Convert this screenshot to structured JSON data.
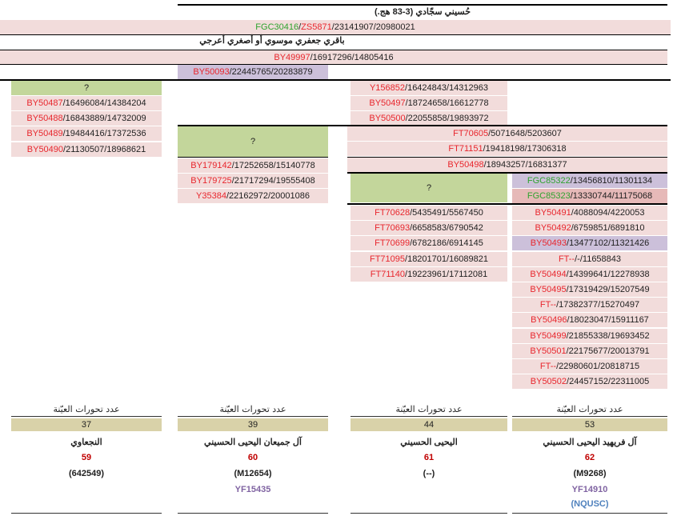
{
  "header": {
    "title": "حُسيني سجّادي (3-83 هج.)",
    "root_snps": [
      {
        "t": "FGC30416",
        "c": "g"
      },
      {
        "t": "/",
        "c": "k"
      },
      {
        "t": "ZS5871",
        "c": "r"
      },
      {
        "t": "/23141907/20980021",
        "c": "k"
      }
    ],
    "lineage_text": "باقري جعفري موسوي    أو   أصغري أعرجي"
  },
  "rows": {
    "r_by49997": [
      {
        "t": "BY49997",
        "c": "r"
      },
      {
        "t": "/16917296/14805416",
        "c": "k"
      }
    ],
    "r_by50093": [
      {
        "t": "BY50093",
        "c": "r"
      },
      {
        "t": "/22445765/20283879",
        "c": "k"
      }
    ],
    "q1": "?",
    "col1": [
      [
        {
          "t": "BY50487",
          "c": "r"
        },
        {
          "t": "/16496084/14384204",
          "c": "k"
        }
      ],
      [
        {
          "t": "BY50488",
          "c": "r"
        },
        {
          "t": "/16843889/14732009",
          "c": "k"
        }
      ],
      [
        {
          "t": "BY50489",
          "c": "r"
        },
        {
          "t": "/19484416/17372536",
          "c": "k"
        }
      ],
      [
        {
          "t": "BY50490",
          "c": "r"
        },
        {
          "t": "/21130507/18968621",
          "c": "k"
        }
      ]
    ],
    "col3_top": [
      [
        {
          "t": "Y156852",
          "c": "r"
        },
        {
          "t": "/16424843/14312963",
          "c": "k"
        }
      ],
      [
        {
          "t": "BY50497",
          "c": "r"
        },
        {
          "t": "/18724658/16612778",
          "c": "k"
        }
      ],
      [
        {
          "t": "BY50500",
          "c": "r"
        },
        {
          "t": "/22055858/19893972",
          "c": "k"
        }
      ]
    ],
    "q2": "?",
    "col2": [
      [
        {
          "t": "BY179142",
          "c": "r"
        },
        {
          "t": "/17252658/15140778",
          "c": "k"
        }
      ],
      [
        {
          "t": "BY179725",
          "c": "r"
        },
        {
          "t": "/21717294/19555408",
          "c": "k"
        }
      ],
      [
        {
          "t": "Y35384",
          "c": "r"
        },
        {
          "t": "/22162972/20001086",
          "c": "k"
        }
      ]
    ],
    "r_ft70605": [
      {
        "t": "FT70605",
        "c": "r"
      },
      {
        "t": "/5071648/5203607",
        "c": "k"
      }
    ],
    "r_ft71151": [
      {
        "t": "FT71151",
        "c": "r"
      },
      {
        "t": "/19418198/17306318",
        "c": "k"
      }
    ],
    "r_by50498": [
      {
        "t": "BY50498",
        "c": "r"
      },
      {
        "t": "/18943257/16831377",
        "c": "k"
      }
    ],
    "q3": "?",
    "r_fgc85322": [
      {
        "t": "FGC85322",
        "c": "g"
      },
      {
        "t": "/13456810/11301134",
        "c": "k"
      }
    ],
    "r_fgc85323": [
      {
        "t": "FGC85323",
        "c": "g"
      },
      {
        "t": "/13330744/11175068",
        "c": "k"
      }
    ],
    "col3": [
      [
        {
          "t": "FT70628",
          "c": "r"
        },
        {
          "t": "/5435491/5567450",
          "c": "k"
        }
      ],
      [
        {
          "t": "FT70693",
          "c": "r"
        },
        {
          "t": "/6658583/6790542",
          "c": "k"
        }
      ],
      [
        {
          "t": "FT70699",
          "c": "r"
        },
        {
          "t": "/6782186/6914145",
          "c": "k"
        }
      ],
      [
        {
          "t": "FT71095",
          "c": "r"
        },
        {
          "t": "/18201701/16089821",
          "c": "k"
        }
      ],
      [
        {
          "t": "FT71140",
          "c": "r"
        },
        {
          "t": "/19223961/17112081",
          "c": "k"
        }
      ]
    ],
    "col4": [
      [
        {
          "t": "BY50491",
          "c": "r"
        },
        {
          "t": "/4088094/4220053",
          "c": "k"
        }
      ],
      [
        {
          "t": "BY50492",
          "c": "r"
        },
        {
          "t": "/6759851/6891810",
          "c": "k"
        }
      ],
      [
        {
          "t": "BY50493",
          "c": "r"
        },
        {
          "t": "/13477102/11321426",
          "c": "k"
        }
      ],
      [
        {
          "t": "FT--",
          "c": "r"
        },
        {
          "t": "/-/11658843",
          "c": "k"
        }
      ],
      [
        {
          "t": "BY50494",
          "c": "r"
        },
        {
          "t": "/14399641/12278938",
          "c": "k"
        }
      ],
      [
        {
          "t": "BY50495",
          "c": "r"
        },
        {
          "t": "/17319429/15207549",
          "c": "k"
        }
      ],
      [
        {
          "t": "FT--",
          "c": "r"
        },
        {
          "t": "/17382377/15270497",
          "c": "k"
        }
      ],
      [
        {
          "t": "BY50496",
          "c": "r"
        },
        {
          "t": "/18023047/15911167",
          "c": "k"
        }
      ],
      [
        {
          "t": "BY50499",
          "c": "r"
        },
        {
          "t": "/21855338/19693452",
          "c": "k"
        }
      ],
      [
        {
          "t": "BY50501",
          "c": "r"
        },
        {
          "t": "/22175677/20013791",
          "c": "k"
        }
      ],
      [
        {
          "t": "FT--",
          "c": "r"
        },
        {
          "t": "/22980601/20818715",
          "c": "k"
        }
      ],
      [
        {
          "t": "BY50502",
          "c": "r"
        },
        {
          "t": "/24457152/22311005",
          "c": "k"
        }
      ]
    ]
  },
  "footer": [
    {
      "label": "عدد تحورات العيّنة",
      "count": "37",
      "name": "النجعاوي",
      "num": "59",
      "code": "(642549)",
      "sub": "",
      "sub2": ""
    },
    {
      "label": "عدد تحورات العيّنة",
      "count": "39",
      "name": "آل جميعان اليحيى الحسيني",
      "num": "60",
      "code": "(M12654)",
      "sub": "YF15435",
      "sub2": ""
    },
    {
      "label": "عدد تحورات العيّنة",
      "count": "44",
      "name": "اليحيى الحسيني",
      "num": "61",
      "code": "(--)",
      "sub": "",
      "sub2": ""
    },
    {
      "label": "عدد تحورات العيّنة",
      "count": "53",
      "name": "آل فريهيد اليحيى الحسيني",
      "num": "62",
      "code": "(M9268)",
      "sub": "YF14910",
      "sub2": "(NQUSC)"
    }
  ],
  "colors": {
    "pink": "#f2dcdb",
    "green": "#c3d69b",
    "lavender": "#ccc0da",
    "rose": "#e6b9b8",
    "red": "#e8262d",
    "snp_green": "#2ea32e",
    "purple": "#8064a2",
    "count_bg": "#d9d2a9"
  }
}
